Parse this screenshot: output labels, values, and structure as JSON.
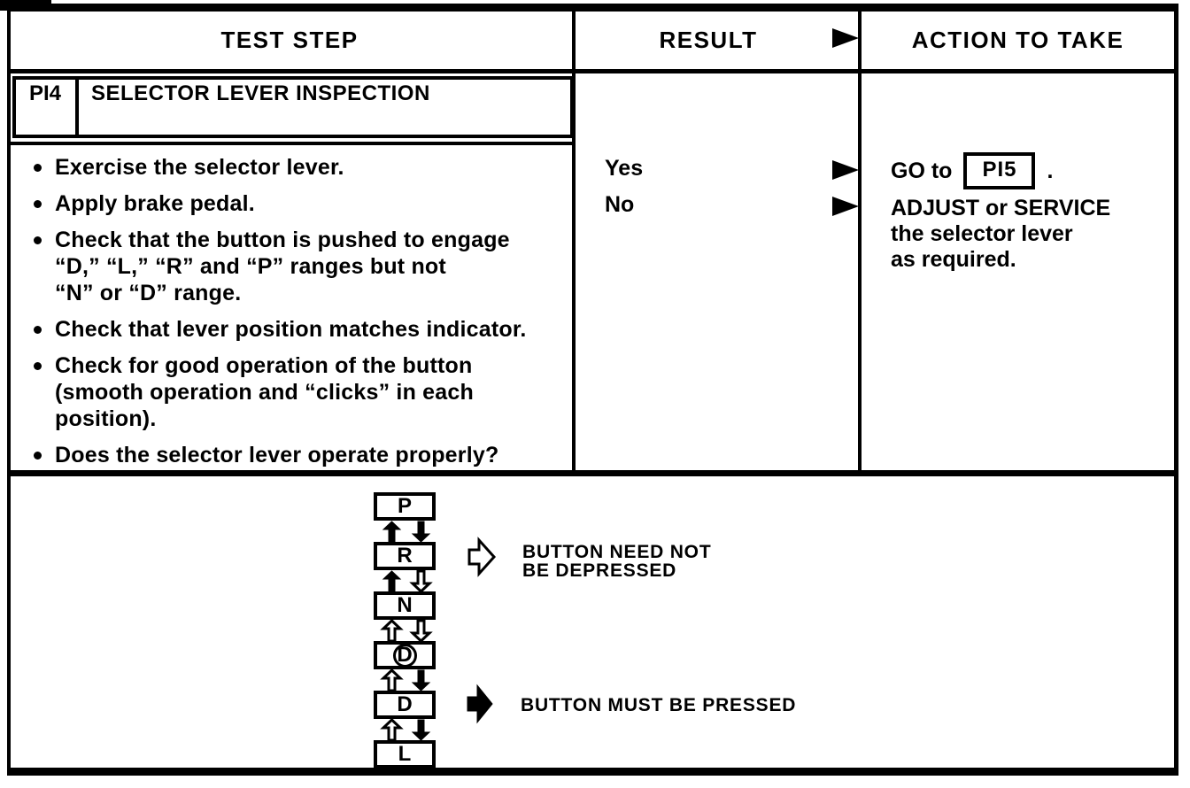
{
  "header": {
    "test_step": "TEST STEP",
    "result": "RESULT",
    "action": "ACTION TO TAKE"
  },
  "test": {
    "id": "PI4",
    "title": "SELECTOR LEVER INSPECTION",
    "bullets": [
      "Exercise the selector lever.",
      "Apply brake pedal.",
      "Check that the button is pushed to engage\n“D,” “L,” “R” and “P” ranges but not\n“N” or “D” range.",
      "Check that lever position matches indicator.",
      "Check for good operation of the button\n(smooth operation and “clicks” in each\nposition).",
      "Does the selector lever operate properly?"
    ]
  },
  "results": {
    "yes": "Yes",
    "no": "No"
  },
  "actions": {
    "go_prefix": "GO to",
    "go_target": "PI5",
    "go_suffix": ".",
    "adjust": "ADJUST or SERVICE\nthe selector lever\nas required."
  },
  "diagram": {
    "gears": [
      {
        "label": "P",
        "circled": false
      },
      {
        "label": "R",
        "circled": false
      },
      {
        "label": "N",
        "circled": false
      },
      {
        "label": "D",
        "circled": true
      },
      {
        "label": "D",
        "circled": false
      },
      {
        "label": "L",
        "circled": false
      }
    ],
    "transitions": [
      {
        "up": "filled",
        "down": "filled"
      },
      {
        "up": "filled",
        "down": "outline"
      },
      {
        "up": "outline",
        "down": "outline"
      },
      {
        "up": "outline",
        "down": "filled"
      },
      {
        "up": "outline",
        "down": "filled"
      }
    ],
    "legend": [
      {
        "style": "outline",
        "label": "BUTTON NEED NOT\nBE DEPRESSED"
      },
      {
        "style": "filled",
        "label": "BUTTON MUST BE PRESSED"
      }
    ]
  },
  "colors": {
    "ink": "#000000",
    "paper": "#ffffff"
  }
}
